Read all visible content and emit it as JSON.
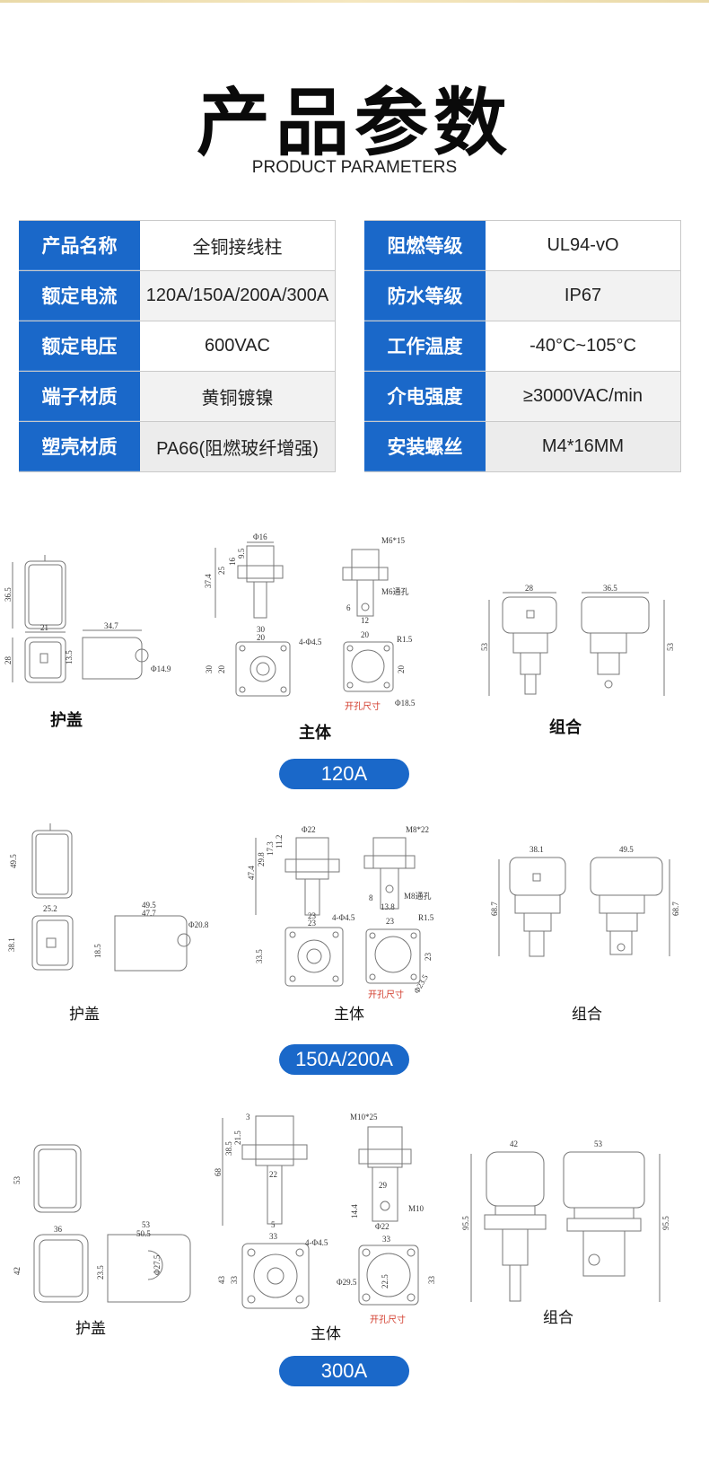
{
  "page": {
    "title": "产品参数",
    "subtitle": "PRODUCT PARAMETERS"
  },
  "specs_left": [
    {
      "label": "产品名称",
      "value": "全铜接线柱"
    },
    {
      "label": "额定电流",
      "value": "120A/150A/200A/300A"
    },
    {
      "label": "额定电压",
      "value": "600VAC"
    },
    {
      "label": "端子材质",
      "value": "黄铜镀镍"
    },
    {
      "label": "塑壳材质",
      "value": "PA66(阻燃玻纤增强)"
    }
  ],
  "specs_right": [
    {
      "label": "阻燃等级",
      "value": "UL94-vO"
    },
    {
      "label": "防水等级",
      "value": "IP67"
    },
    {
      "label": "工作温度",
      "value": "-40°C~105°C"
    },
    {
      "label": "介电强度",
      "value": "≥3000VAC/min"
    },
    {
      "label": "安装螺丝",
      "value": "M4*16MM"
    }
  ],
  "groups": [
    {
      "badge": "120A",
      "cover_label": "护盖",
      "body_label": "主体",
      "combo_label": "组合",
      "hole_label": "开孔尺寸",
      "dims": {
        "cover_h": "36.5",
        "cover_w": "21",
        "cover_h2": "28",
        "cover_l": "34.7",
        "cover_r": "13.5",
        "cover_d": "Φ14.9",
        "body_d": "Φ16",
        "body_h": "37.4",
        "body_h2": "25",
        "body_h3": "16",
        "body_h4": "9.5",
        "body_w1": "30",
        "body_w2": "20",
        "body_sq": "30",
        "body_sq2": "20",
        "body_holes": "4-Φ4.5",
        "screw": "M6*15",
        "screw_hole": "M6通孔",
        "side_6": "6",
        "side_12": "12",
        "hole_w": "20",
        "hole_r": "R1.5",
        "hole_h": "20",
        "hole_d": "Φ18.5",
        "combo_w": "28",
        "combo_w2": "36.5",
        "combo_h": "53",
        "combo_h2": "53"
      }
    },
    {
      "badge": "150A/200A",
      "cover_label": "护盖",
      "body_label": "主体",
      "combo_label": "组合",
      "hole_label": "开孔尺寸",
      "dims": {
        "cover_h": "49.5",
        "cover_w": "25.2",
        "cover_h2": "38.1",
        "cover_l": "49.5",
        "cover_l2": "47.7",
        "cover_r": "18.5",
        "cover_d": "Φ20.8",
        "body_d": "Φ22",
        "body_h": "47.4",
        "body_h2": "29.8",
        "body_h3": "17.3",
        "body_h4": "11.2",
        "body_w1": "23",
        "body_w2": "23",
        "body_sq": "33.5",
        "body_holes": "4-Φ4.5",
        "screw": "M8*22",
        "screw_hole": "M8通孔",
        "side_8": "8",
        "side_13": "13.8",
        "hole_w": "23",
        "hole_r": "R1.5",
        "hole_h": "23",
        "hole_d": "Φ23.5",
        "combo_w": "38.1",
        "combo_w2": "49.5",
        "combo_h": "68.7",
        "combo_h2": "68.7"
      }
    },
    {
      "badge": "300A",
      "cover_label": "护盖",
      "body_label": "主体",
      "combo_label": "组合",
      "hole_label": "开孔尺寸",
      "dims": {
        "cover_h": "53",
        "cover_w": "36",
        "cover_h2": "42",
        "cover_l": "53",
        "cover_l2": "50.5",
        "cover_r": "23.5",
        "cover_d": "Φ27.5",
        "body_h": "68",
        "body_h2": "38.5",
        "body_h3": "21.5",
        "body_h4": "3",
        "body_w1": "22",
        "body_w2": "33",
        "body_sq": "43",
        "body_sq2": "33",
        "body_holes": "4-Φ4.5",
        "body_bot": "5",
        "screw": "M10*25",
        "screw_hole": "M10",
        "side_29": "29",
        "side_14": "14.4",
        "side_22": "Φ22",
        "hole_w": "33",
        "hole_h": "33",
        "hole_d": "Φ29.5",
        "hole_c": "22.5",
        "combo_w": "42",
        "combo_w2": "53",
        "combo_h": "95.5",
        "combo_h2": "95.5"
      }
    }
  ],
  "colors": {
    "accent": "#1a68c9",
    "line": "#555555",
    "hole_label": "#d23a2a"
  }
}
